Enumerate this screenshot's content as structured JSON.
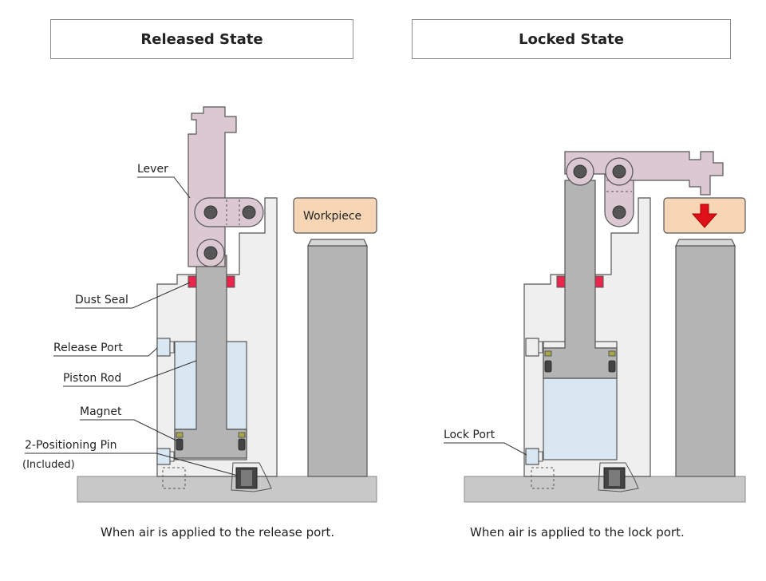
{
  "titles": {
    "released": "Released State",
    "locked": "Locked State"
  },
  "labels": {
    "lever": "Lever",
    "workpiece": "Workpiece",
    "dust_seal": "Dust Seal",
    "release_port": "Release Port",
    "piston_rod": "Piston Rod",
    "magnet": "Magnet",
    "positioning_pin": "2-Positioning Pin",
    "included": "(Included)",
    "lock_port": "Lock Port"
  },
  "captions": {
    "released": "When air is applied to the release port.",
    "locked": "When air is applied to the lock port."
  },
  "colors": {
    "body": "#efefef",
    "rod": "#b4b4b4",
    "lever": "#dcc8d1",
    "workpiece": "#f7d6b6",
    "chamber": "#d9e7f3",
    "seal": "#e8254a",
    "base": "#c8c8c8",
    "arrow": "#e0101a"
  }
}
